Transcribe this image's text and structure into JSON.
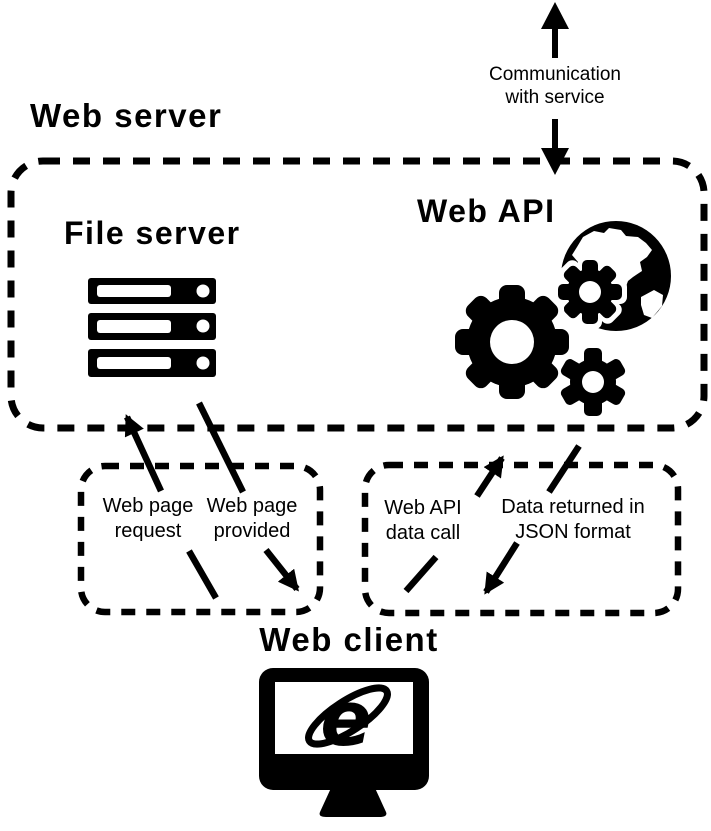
{
  "colors": {
    "ink": "#000000",
    "background": "#ffffff"
  },
  "web_server": {
    "title": "Web server",
    "file_server": {
      "title": "File server",
      "icon": "server-rack-icon"
    },
    "web_api": {
      "title": "Web API",
      "icons": [
        "gear-large-icon",
        "gear-small-top-icon",
        "gear-small-bottom-icon",
        "globe-icon"
      ]
    }
  },
  "communication": {
    "line1": "Communication",
    "line2": "with service",
    "icon": "double-vertical-arrow-icon"
  },
  "flows": {
    "request": {
      "line1": "Web page",
      "line2": "request"
    },
    "provided": {
      "line1": "Web page",
      "line2": "provided"
    },
    "data_call": {
      "line1": "Web API",
      "line2": "data call"
    },
    "returned": {
      "line1": "Data returned in",
      "line2": "JSON format"
    }
  },
  "web_client": {
    "title": "Web client",
    "icons": [
      "monitor-icon",
      "internet-explorer-icon"
    ]
  }
}
